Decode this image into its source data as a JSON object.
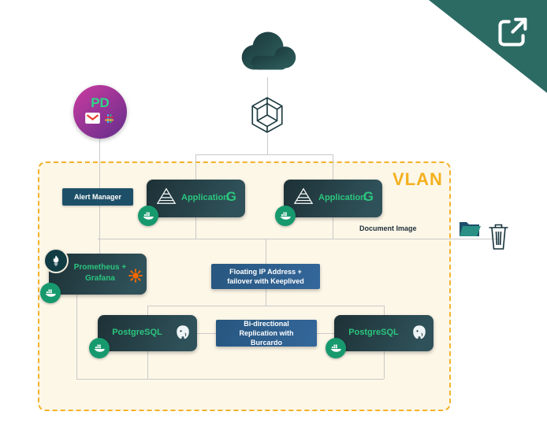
{
  "vlan": {
    "label": "VLAN"
  },
  "nodes": {
    "alert_manager": "Alert Manager",
    "application_1": "Application",
    "application_2": "Application",
    "prometheus_grafana": "Prometheus + Grafana",
    "floating_ip": "Floating IP Address + failover with Keeplived",
    "replication": "Bi-directional Replication with Burcardo",
    "postgresql_1": "PostgreSQL",
    "postgresql_2": "PostgreSQL"
  },
  "labels": {
    "document_image": "Document Image"
  },
  "integrations": {
    "pagerduty": "PD",
    "g_logo_1": "G",
    "g_logo_2": "G"
  },
  "colors": {
    "vlan_border": "#f3b229",
    "vlan_label": "#f4b01e",
    "vlan_fill": "#fdf7e8",
    "accent_green": "#2bc67e",
    "docker_badge_green": "#17996e",
    "box_dark_start": "#1d3136",
    "box_dark_end": "#2f5159",
    "box_blue": "#2d6096",
    "alert_manager_bg": "#1d5068",
    "corner_teal": "#2c6b64",
    "grafana_orange": "#f46800",
    "integrations_purple": "#a23795",
    "connector_gray": "#c9c9c9"
  }
}
